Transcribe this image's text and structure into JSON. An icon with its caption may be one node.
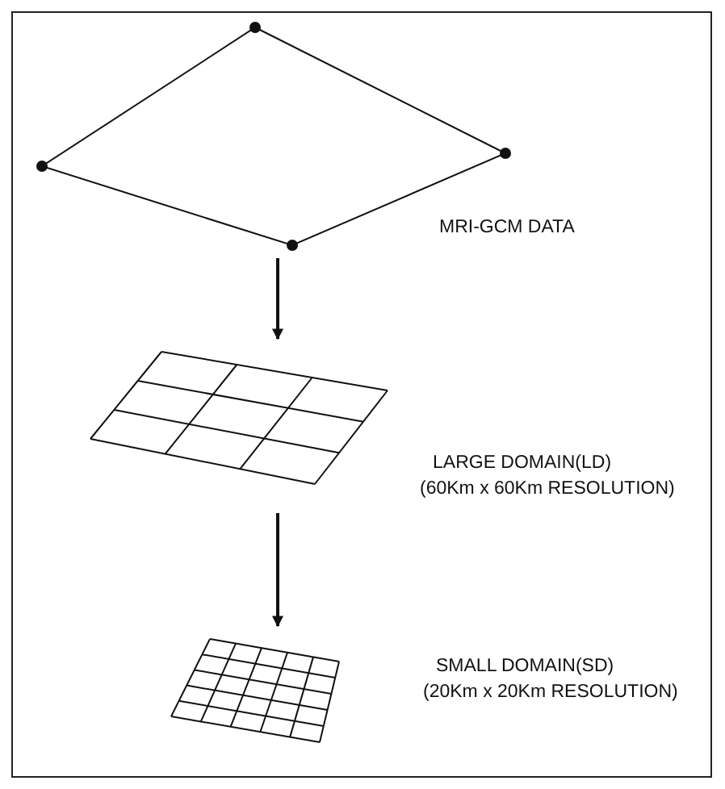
{
  "diagram": {
    "nodes": [
      {
        "text": [
          "MRI-GCM DATA"
        ]
      },
      {
        "text": [
          "LARGE DOMAIN(LD)",
          "(60Km x 60Km RESOLUTION)"
        ]
      },
      {
        "text": [
          "SMALL DOMAIN(SD)",
          "(20Km x 20Km RESOLUTION)"
        ]
      }
    ],
    "edges": [
      {
        "from": 0,
        "to": 1,
        "arrow": "to"
      },
      {
        "from": 1,
        "to": 2,
        "arrow": "to"
      }
    ]
  }
}
